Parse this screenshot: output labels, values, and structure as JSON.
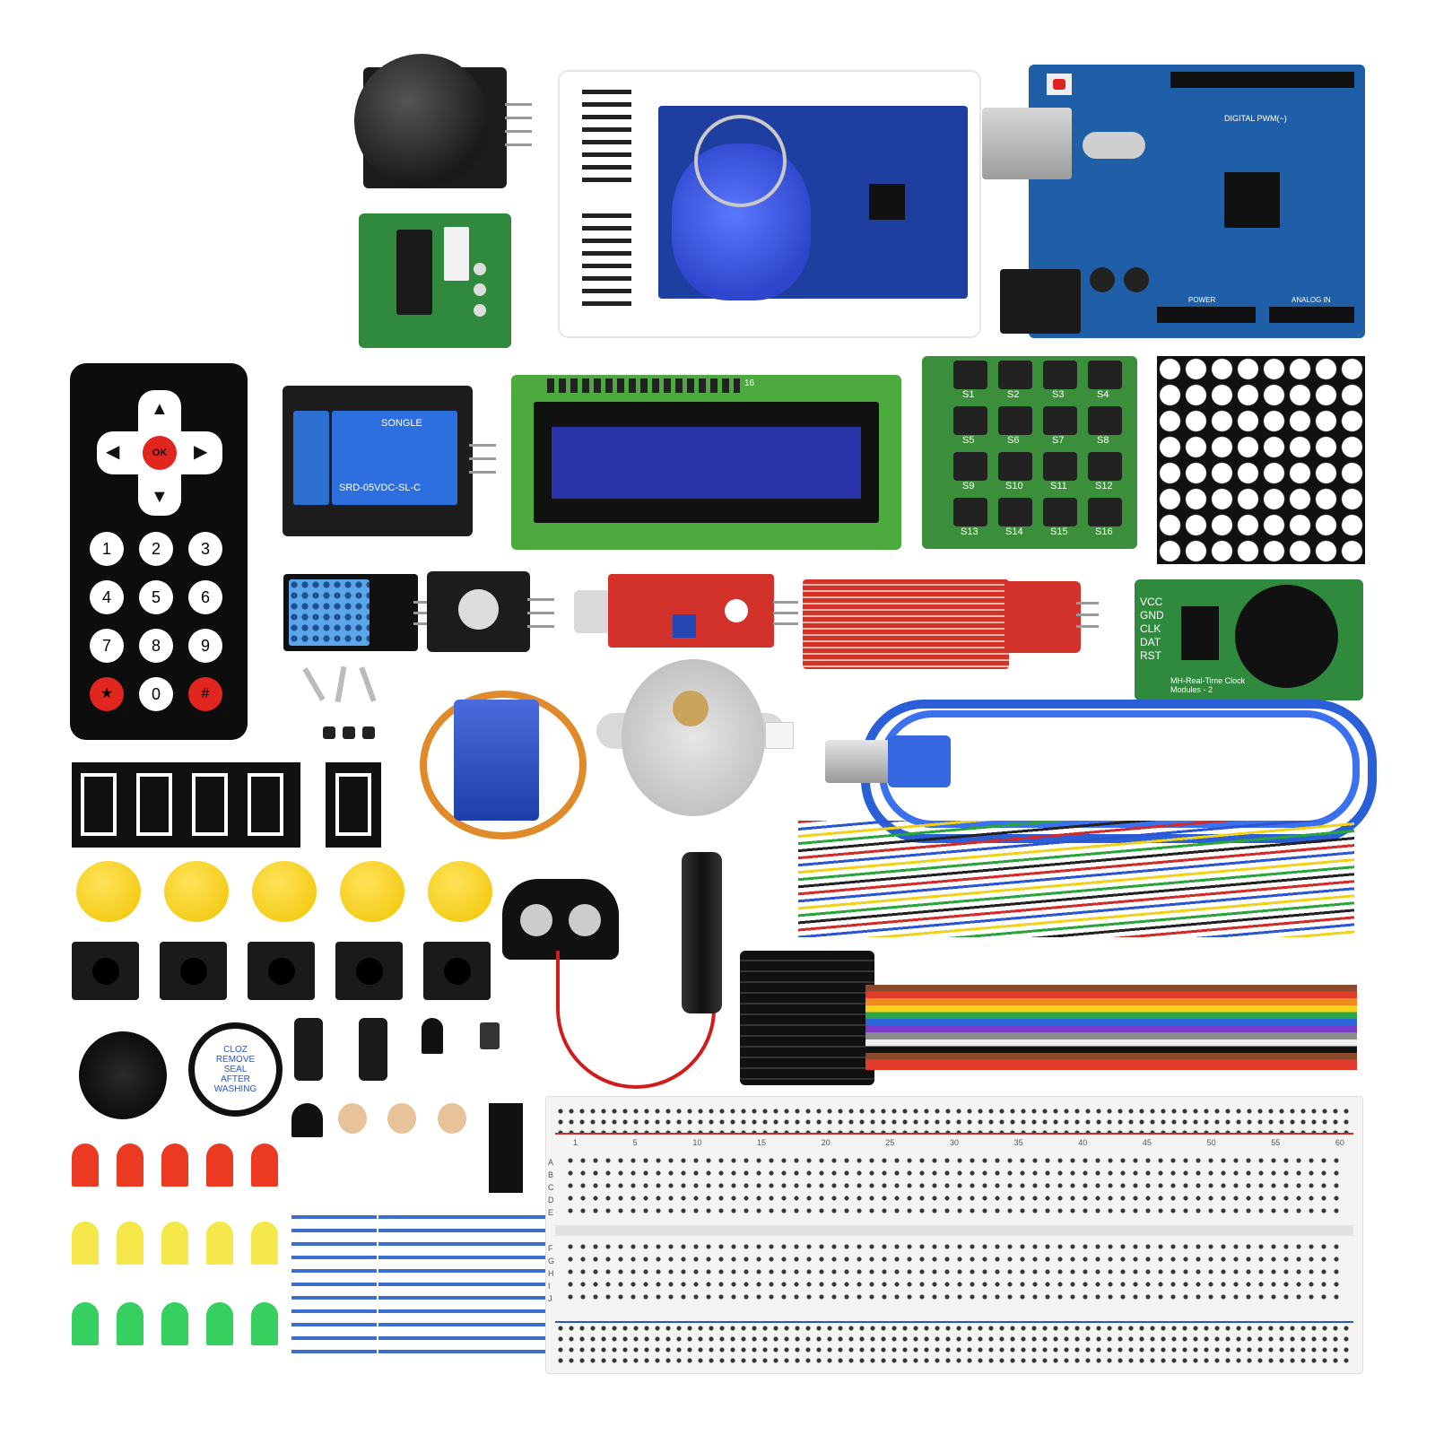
{
  "remote": {
    "ok_label": "OK",
    "keys": [
      "1",
      "2",
      "3",
      "4",
      "5",
      "6",
      "7",
      "8",
      "9",
      "★",
      "0",
      "#"
    ]
  },
  "relay": {
    "brand": "SONGLE",
    "model": "SRD-05VDC-SL-C"
  },
  "keypad": {
    "keys": [
      "S1",
      "S2",
      "S3",
      "S4",
      "S5",
      "S6",
      "S7",
      "S8",
      "S9",
      "S10",
      "S11",
      "S12",
      "S13",
      "S14",
      "S15",
      "S16"
    ]
  },
  "rtc": {
    "pins": [
      "VCC",
      "GND",
      "CLK",
      "DAT",
      "RST"
    ],
    "caption": "MH-Real-Time Clock Modules - 2"
  },
  "arduino": {
    "digital_label": "DIGITAL PWM(~)",
    "analog_label": "ANALOG IN",
    "power_label": "POWER"
  },
  "lcd": {
    "pin_label": "16"
  },
  "buzzer": {
    "sticker": [
      "CLOZ",
      "REMOVE",
      "SEAL",
      "AFTER",
      "WASHING"
    ]
  },
  "breadboard": {
    "columns": [
      "1",
      "5",
      "10",
      "15",
      "20",
      "25",
      "30",
      "35",
      "40",
      "45",
      "50",
      "55",
      "60"
    ],
    "rows_top": [
      "A",
      "B",
      "C",
      "D",
      "E"
    ],
    "rows_bottom": [
      "F",
      "G",
      "H",
      "I",
      "J"
    ]
  },
  "colors": {
    "pcb_blue": "#1f5fa8",
    "pcb_green": "#2f8a3e",
    "pcb_black": "#1c1c1c",
    "pcb_red": "#d3322a",
    "lcd_screen": "#2a33a8",
    "led_red": "#ec3a22",
    "led_yellow": "#f4e84a",
    "led_green": "#35d060",
    "cap_yellow": "#f7d21a"
  }
}
